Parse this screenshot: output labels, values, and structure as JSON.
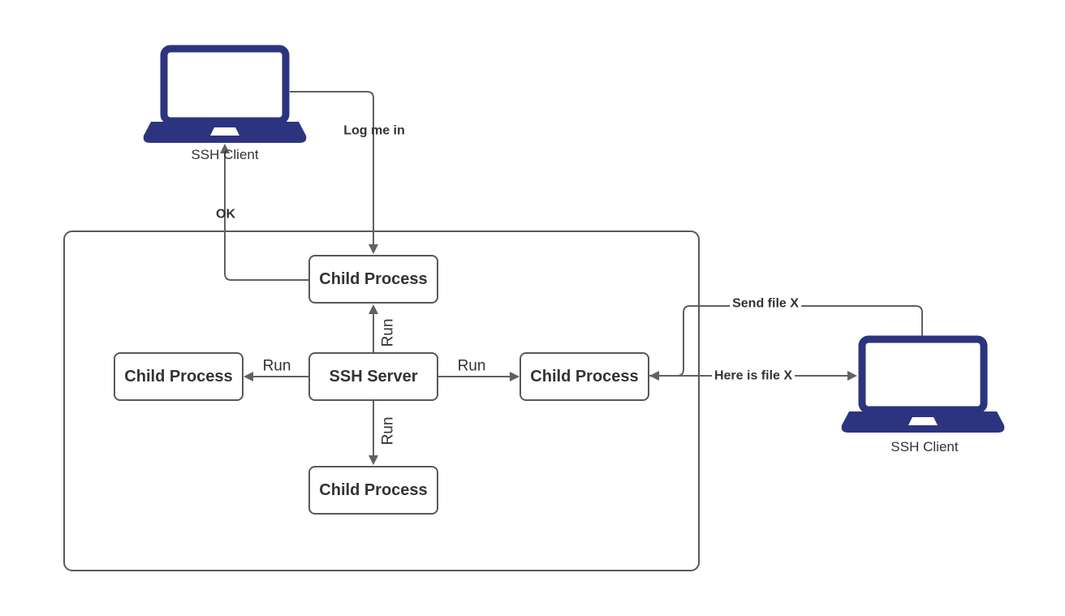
{
  "colors": {
    "laptop": "#2c3480",
    "line": "#616161",
    "box_border": "#595959",
    "box_fill": "#ffffff",
    "text": "#333333"
  },
  "nodes": {
    "client_left": {
      "label": "SSH Client"
    },
    "client_right": {
      "label": "SSH Client"
    },
    "server": {
      "label": "SSH Server"
    },
    "child_top": {
      "label": "Child Process"
    },
    "child_left": {
      "label": "Child Process"
    },
    "child_right": {
      "label": "Child Process"
    },
    "child_bottom": {
      "label": "Child Process"
    }
  },
  "edges": {
    "log_me_in": {
      "label": "Log me in"
    },
    "ok": {
      "label": "OK"
    },
    "run_top": {
      "label": "Run"
    },
    "run_left": {
      "label": "Run"
    },
    "run_right": {
      "label": "Run"
    },
    "run_bottom": {
      "label": "Run"
    },
    "send_file": {
      "label": "Send file X"
    },
    "here_is_file": {
      "label": "Here is file X"
    }
  }
}
